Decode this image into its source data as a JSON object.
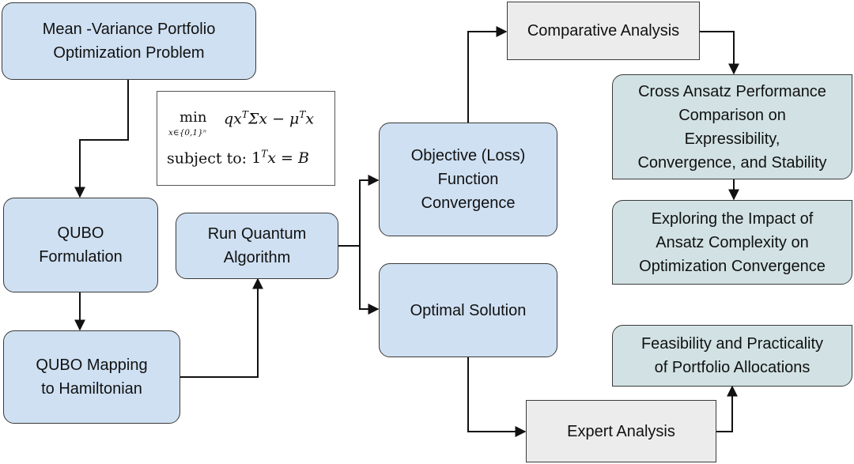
{
  "nodes": {
    "mean_variance": [
      "Mean -Variance Portfolio",
      "Optimization Problem"
    ],
    "qubo_formulation": [
      "QUBO",
      "Formulation"
    ],
    "qubo_mapping": [
      "QUBO Mapping",
      "to Hamiltonian"
    ],
    "run_quantum": [
      "Run Quantum",
      "Algorithm"
    ],
    "objective": [
      "Objective (Loss)",
      "Function",
      "Convergence"
    ],
    "optimal": [
      "Optimal Solution"
    ],
    "comparative": [
      "Comparative Analysis"
    ],
    "cross_ansatz": [
      "Cross Ansatz Performance",
      "Comparison on",
      "Expressibility,",
      "Convergence, and Stability"
    ],
    "exploring": [
      "Exploring the Impact of",
      "Ansatz Complexity on",
      "Optimization Convergence"
    ],
    "feasibility": [
      "Feasibility and Practicality",
      "of Portfolio Allocations"
    ],
    "expert": [
      "Expert Analysis"
    ]
  },
  "formula": {
    "min": "min",
    "subscript": "x∈{0,1}ⁿ",
    "objective": "qxᵀΣx − μᵀx",
    "subject_to": "subject to:"
  },
  "colors": {
    "process_fill": "#cfe0f2",
    "analysis_fill": "#ececec",
    "outcome_fill": "#d2e2e4",
    "stroke": "#111111"
  }
}
